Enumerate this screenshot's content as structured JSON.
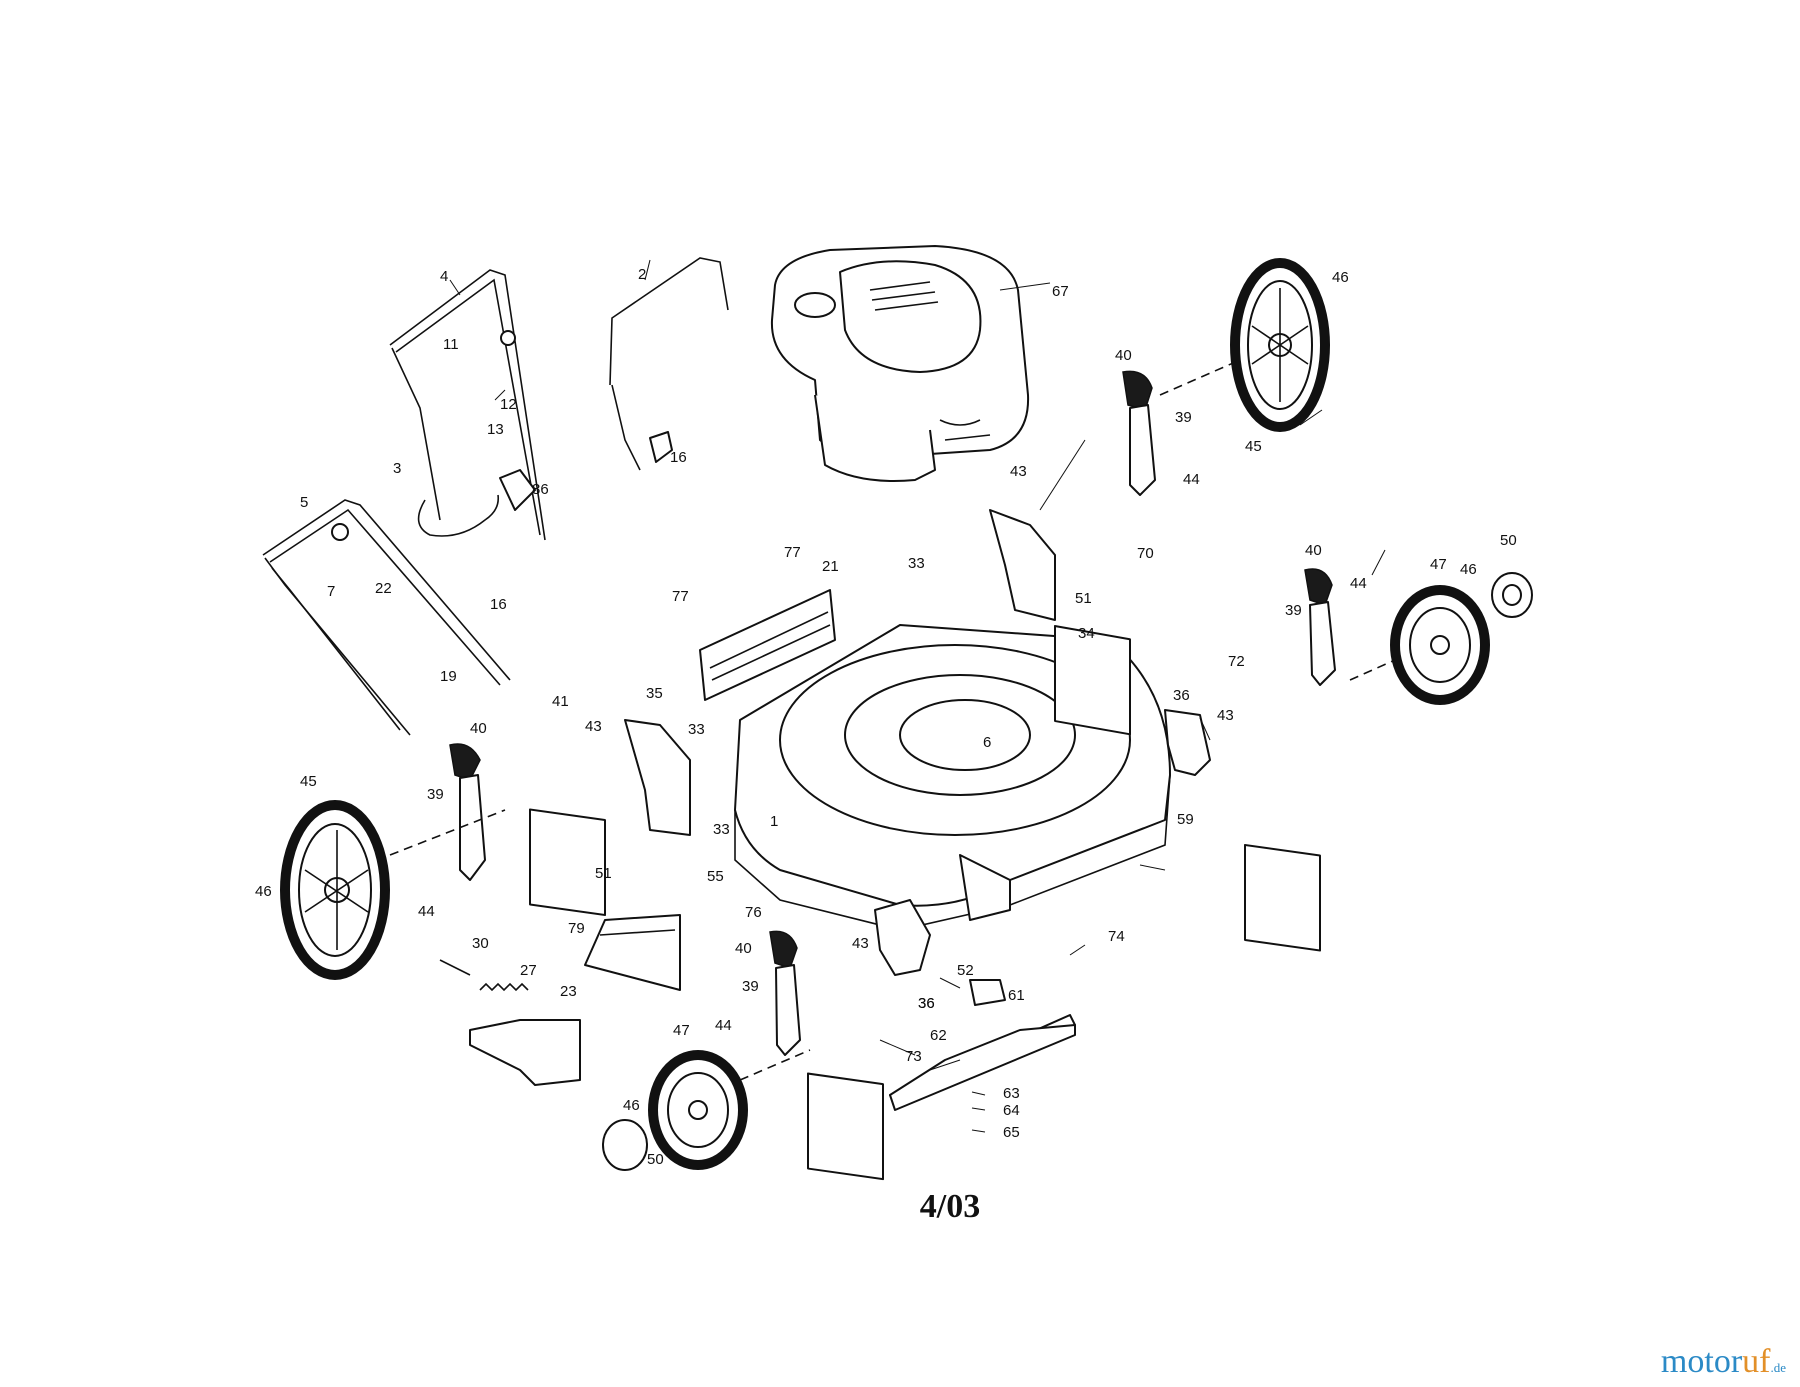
{
  "diagram": {
    "revision_date": "4/03",
    "watermark": {
      "main": "motor",
      "accent": "uf",
      "tld": ".de"
    },
    "colors": {
      "line": "#111111",
      "background": "#ffffff",
      "watermark_blue": "#2b8ac6",
      "watermark_orange": "#e28f28"
    },
    "parts": [
      {
        "id": "engine",
        "number": "67"
      },
      {
        "id": "upper-handle",
        "number": "4"
      },
      {
        "id": "control-bail",
        "number": "2"
      },
      {
        "id": "lower-handle",
        "number": "5"
      },
      {
        "id": "handle-bracket-3",
        "number": "3"
      },
      {
        "id": "deck-housing",
        "number": "6"
      },
      {
        "id": "rear-baffle",
        "number": "21"
      },
      {
        "id": "blade",
        "number": "62"
      },
      {
        "id": "blade-adapter",
        "number": "61"
      },
      {
        "id": "grass-deflector-79",
        "number": "79"
      },
      {
        "id": "rear-flap",
        "number": "23"
      },
      {
        "id": "spring",
        "number": "27"
      },
      {
        "id": "hinge-rod",
        "number": "30"
      },
      {
        "id": "rear-wheel-left",
        "number": "45"
      },
      {
        "id": "rear-wheel-right",
        "number": "45"
      },
      {
        "id": "front-wheel-left",
        "number": "47"
      },
      {
        "id": "front-wheel-right",
        "number": "47"
      },
      {
        "id": "hub-cap-left",
        "number": "50"
      },
      {
        "id": "hub-cap-right",
        "number": "50"
      }
    ],
    "callouts": [
      "67",
      "4",
      "2",
      "11",
      "12",
      "13",
      "16",
      "3",
      "86",
      "5",
      "7",
      "22",
      "16",
      "19",
      "46",
      "40",
      "39",
      "45",
      "44",
      "43",
      "70",
      "33",
      "51",
      "34",
      "77",
      "21",
      "77",
      "35",
      "41",
      "40",
      "39",
      "43",
      "33",
      "45",
      "46",
      "44",
      "51",
      "33",
      "55",
      "1",
      "76",
      "6",
      "36",
      "59",
      "40",
      "50",
      "47",
      "46",
      "39",
      "44",
      "72",
      "43",
      "36",
      "74",
      "79",
      "30",
      "27",
      "23",
      "40",
      "39",
      "43",
      "36",
      "52",
      "61",
      "47",
      "44",
      "73",
      "62",
      "63",
      "64",
      "65",
      "46",
      "50"
    ]
  }
}
